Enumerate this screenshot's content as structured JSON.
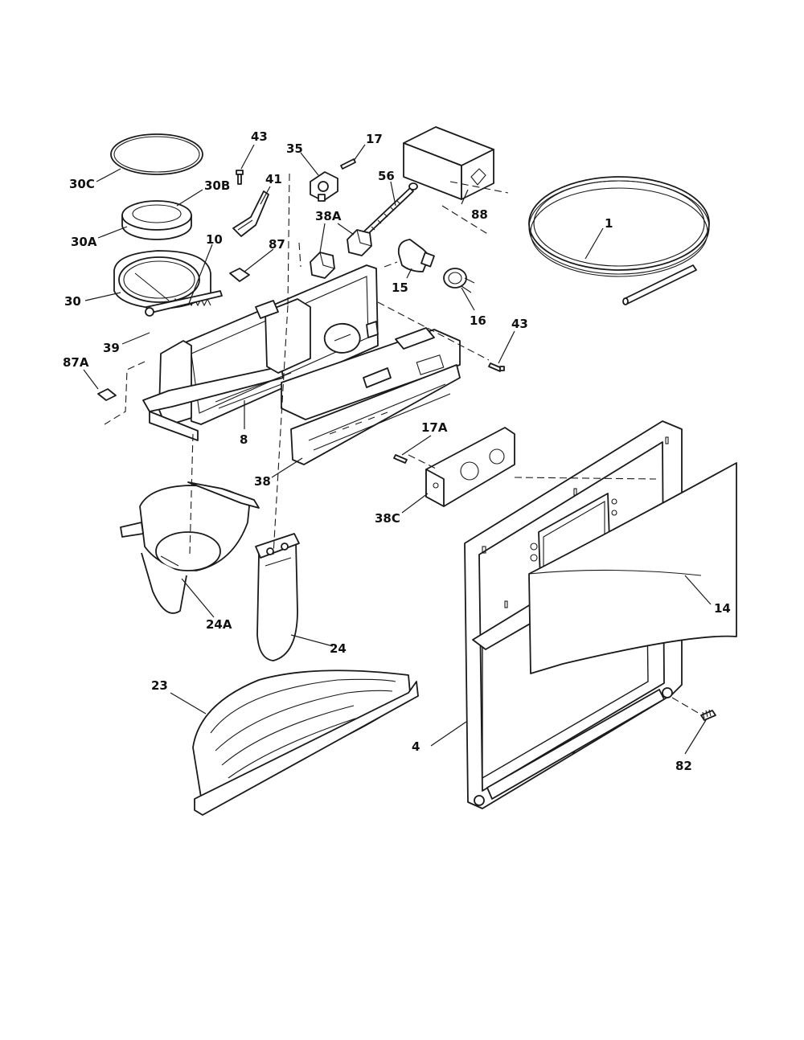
{
  "callouts": {
    "c1": "1",
    "c4": "4",
    "c8": "8",
    "c10": "10",
    "c14": "14",
    "c15": "15",
    "c16": "16",
    "c17": "17",
    "c17A": "17A",
    "c23": "23",
    "c24": "24",
    "c24A": "24A",
    "c30": "30",
    "c30A": "30A",
    "c30B": "30B",
    "c30C": "30C",
    "c35": "35",
    "c38": "38",
    "c38A": "38A",
    "c38C": "38C",
    "c39": "39",
    "c41": "41",
    "c43a": "43",
    "c43b": "43",
    "c56": "56",
    "c82": "82",
    "c87": "87",
    "c87A": "87A",
    "c88": "88"
  }
}
